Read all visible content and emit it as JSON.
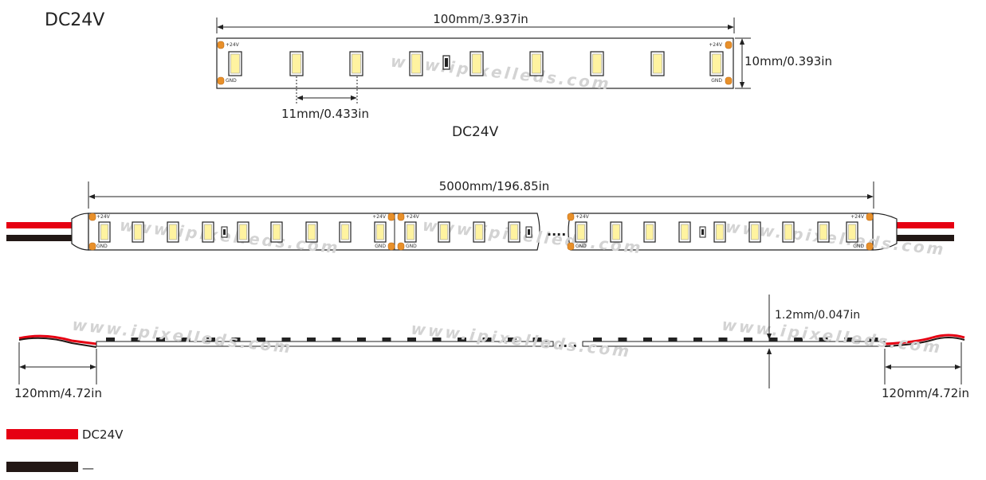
{
  "top_voltage_title": "DC24V",
  "middle_voltage_title": "DC24V",
  "watermark": "www.ipixelleds.com",
  "pad_labels": {
    "positive": "+24V",
    "ground": "GND"
  },
  "ellipsis": "....",
  "dimensions": {
    "short_length": "100mm/3.937in",
    "width": "10mm/0.393in",
    "led_pitch": "11mm/0.433in",
    "full_length": "5000mm/196.85in",
    "thickness": "1.2mm/0.047in",
    "lead_left": "120mm/4.72in",
    "lead_right": "120mm/4.72in"
  },
  "legend": [
    {
      "label": "DC24V",
      "color": "#e60012"
    },
    {
      "label": "—",
      "color": "#231815"
    }
  ],
  "colors": {
    "positive_wire": "#e60012",
    "negative_wire": "#231815",
    "led_chip": "#fff3a0",
    "pad": "#e8902a",
    "strip_line": "#222222"
  }
}
